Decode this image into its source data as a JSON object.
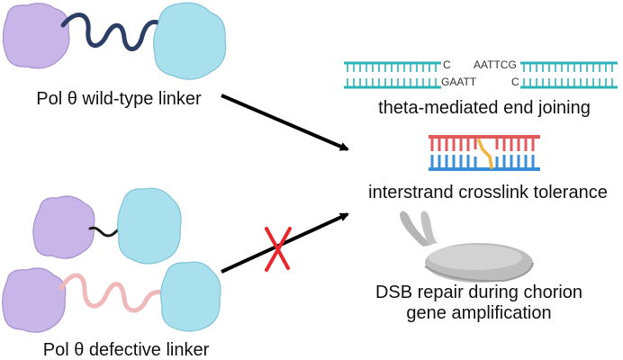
{
  "left": {
    "wildtype_label": "Pol θ wild-type linker",
    "defective_label": "Pol θ defective linker"
  },
  "right": {
    "tmej_label": "theta-mediated end joining",
    "icl_label": "interstrand crosslink tolerance",
    "dsb_label_line1": "DSB repair during chorion",
    "dsb_label_line2": "gene amplification"
  },
  "dna": {
    "top_left": "C",
    "top_right": "AATTCG",
    "bottom_left": "GAATT",
    "bottom_right": "C"
  },
  "colors": {
    "helicase": "#c9b6e8",
    "polymerase": "#a9e0ee",
    "wt_linker": "#2c3e66",
    "mutant_linker_black": "#1a1a1a",
    "mutant_linker_pink": "#f0b8b8",
    "dna_teal": "#2bb3b8",
    "arrow": "#000000",
    "cross": "#e8262b"
  }
}
